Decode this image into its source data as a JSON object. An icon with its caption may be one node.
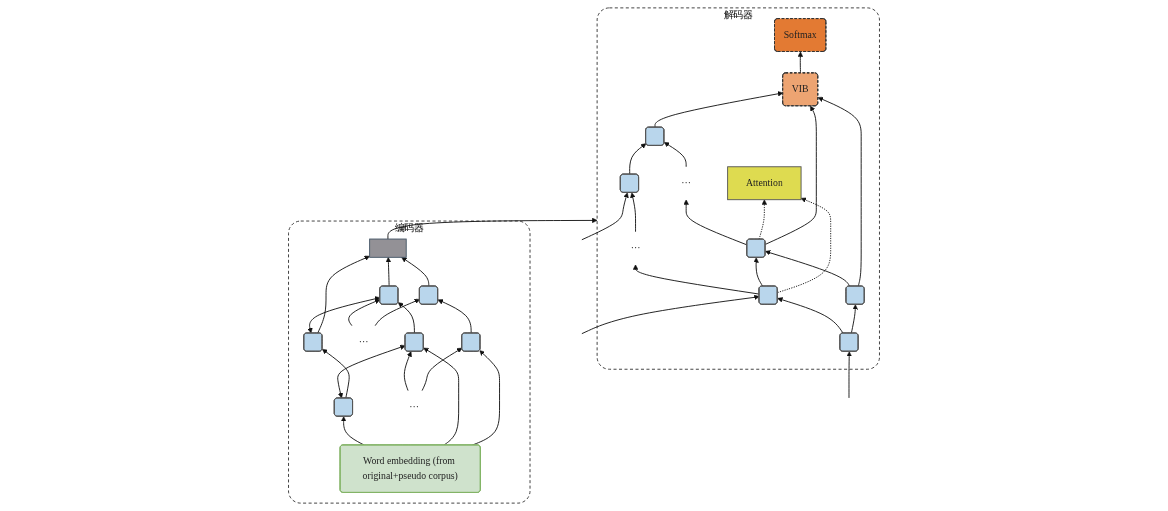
{
  "diagram": {
    "nodes": [
      {
        "text": [
          "编码器"
        ]
      },
      {
        "text": [],
        "shape": "bar",
        "in": 0
      },
      {
        "text": [],
        "shape": "box",
        "in": 0
      },
      {
        "text": [],
        "shape": "box",
        "in": 0
      },
      {
        "text": [
          "···"
        ],
        "in": 0
      },
      {
        "text": [],
        "shape": "box",
        "in": 0
      },
      {
        "text": [],
        "shape": "box",
        "in": 0
      },
      {
        "text": [],
        "shape": "box",
        "in": 0
      },
      {
        "text": [
          "···"
        ],
        "in": 0
      },
      {
        "text": [],
        "shape": "box",
        "in": 0
      },
      {
        "text": [
          "Word embedding (from original+pseudo corpus)"
        ],
        "in": 0
      },
      {
        "text": [
          "解码器"
        ]
      },
      {
        "text": [
          "Attention"
        ],
        "in": 11
      },
      {
        "text": [
          "Softmax"
        ],
        "in": 11
      },
      {
        "text": [
          "VIB"
        ],
        "in": 11
      },
      {
        "text": [],
        "shape": "box",
        "in": 11
      },
      {
        "text": [],
        "shape": "box",
        "in": 11
      },
      {
        "text": [
          "···"
        ],
        "in": 11
      },
      {
        "text": [],
        "shape": "box",
        "in": 11
      },
      {
        "text": [],
        "shape": "box",
        "in": 11
      },
      {
        "text": [],
        "shape": "box",
        "in": 11
      },
      {
        "text": [
          "···"
        ],
        "in": 11
      },
      {
        "text": [],
        "shape": "box",
        "in": 11
      }
    ],
    "edges": [
      {
        "from": 10,
        "to": 6,
        "arrow": "to"
      },
      {
        "from": 10,
        "to": 7,
        "arrow": "to"
      },
      {
        "from": 10,
        "to": 9,
        "arrow": "to"
      },
      {
        "from": 6,
        "to": 7,
        "arrow": "both"
      },
      {
        "from": 8,
        "to": 7,
        "arrow": "to"
      },
      {
        "from": 8,
        "to": 9,
        "arrow": "to"
      },
      {
        "from": 6,
        "to": 2,
        "arrow": "to"
      },
      {
        "from": 7,
        "to": 3,
        "arrow": "to"
      },
      {
        "from": 9,
        "to": 5,
        "arrow": "to"
      },
      {
        "from": 2,
        "to": 3,
        "arrow": "both"
      },
      {
        "from": 4,
        "to": 3,
        "arrow": "to"
      },
      {
        "from": 4,
        "to": 5,
        "arrow": "to"
      },
      {
        "from": 2,
        "to": 1,
        "arrow": "to"
      },
      {
        "from": 3,
        "to": 1,
        "arrow": "to"
      },
      {
        "from": 5,
        "to": 1,
        "arrow": "to"
      },
      {
        "from": 1,
        "to": 11,
        "arrow": "to"
      },
      {
        "from": null,
        "to": 19,
        "arrow": "to"
      },
      {
        "from": null,
        "to": 20,
        "arrow": "to"
      },
      {
        "from": null,
        "to": 22,
        "arrow": "to"
      },
      {
        "from": 19,
        "to": 20,
        "arrow": "to"
      },
      {
        "from": 20,
        "to": 21,
        "arrow": "to"
      },
      {
        "from": 21,
        "to": 22,
        "arrow": "to"
      },
      {
        "from": 19,
        "to": 15,
        "arrow": "to"
      },
      {
        "from": 20,
        "to": 16,
        "arrow": "to"
      },
      {
        "from": 22,
        "to": 18,
        "arrow": "to"
      },
      {
        "from": 15,
        "to": 16,
        "arrow": "to"
      },
      {
        "from": 16,
        "to": 17,
        "arrow": "to"
      },
      {
        "from": 17,
        "to": 18,
        "arrow": "to"
      },
      {
        "from": 20,
        "to": 12,
        "arrow": "to",
        "style": "dashed"
      },
      {
        "from": 16,
        "to": 12,
        "arrow": "to",
        "style": "dashed"
      },
      {
        "from": 15,
        "to": 14,
        "arrow": "to"
      },
      {
        "from": 16,
        "to": 14,
        "arrow": "to"
      },
      {
        "from": 18,
        "to": 14,
        "arrow": "to"
      },
      {
        "from": 14,
        "to": 13,
        "arrow": "to"
      }
    ]
  }
}
